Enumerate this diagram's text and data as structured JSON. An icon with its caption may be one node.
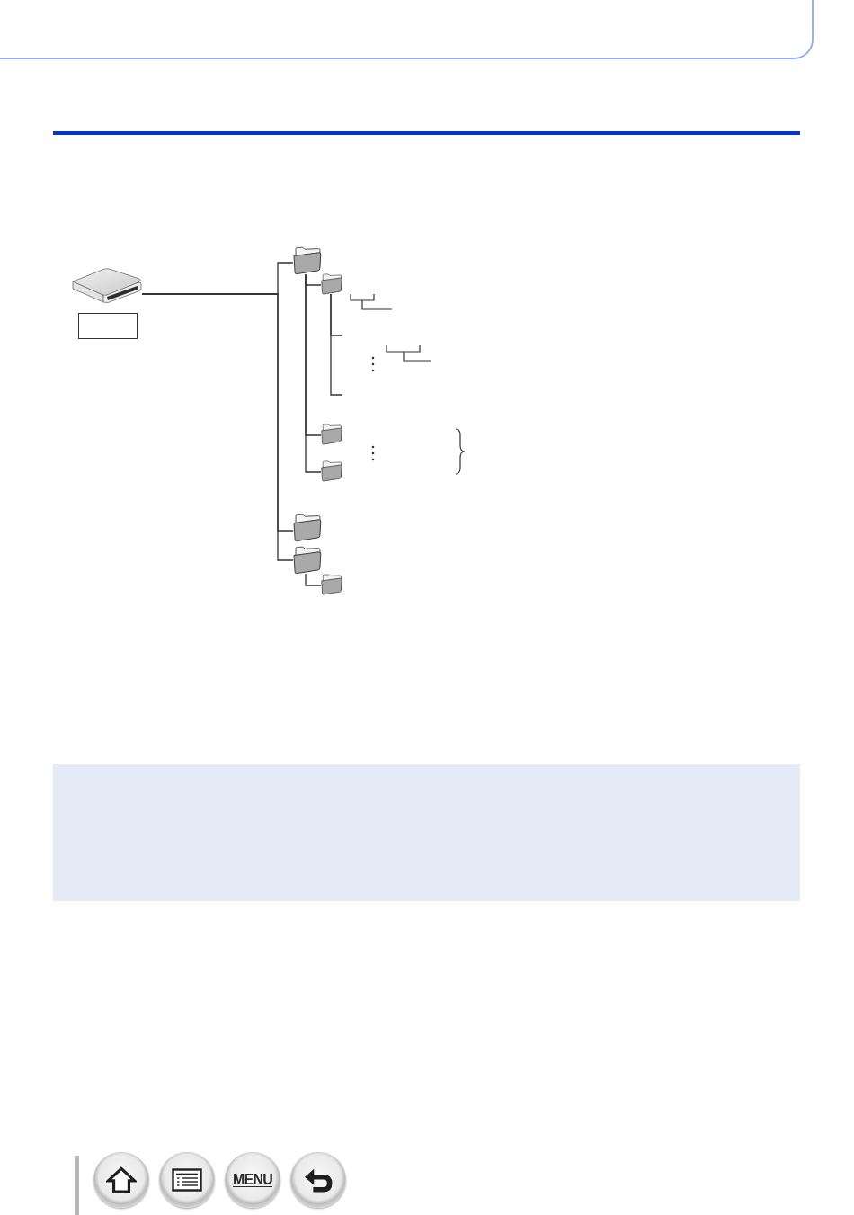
{
  "diagram": {
    "nodes": [
      {
        "text": [],
        "shape": "picture"
      },
      {
        "text": [],
        "shape": "box"
      },
      {
        "text": [],
        "shape": "folder"
      },
      {
        "text": [],
        "shape": "folder"
      },
      {
        "text": [],
        "shape": "folder"
      },
      {
        "text": [],
        "shape": "folder"
      },
      {
        "text": [],
        "shape": "folder"
      },
      {
        "text": [],
        "shape": "folder"
      },
      {
        "text": [],
        "shape": "folder"
      }
    ],
    "edges": [
      {
        "from": 0,
        "to": 2,
        "arrow": "none"
      },
      {
        "from": 0,
        "to": 6,
        "arrow": "none"
      },
      {
        "from": 0,
        "to": 7,
        "arrow": "none"
      },
      {
        "from": 2,
        "to": 3,
        "arrow": "none"
      },
      {
        "from": 2,
        "to": 4,
        "arrow": "none"
      },
      {
        "from": 2,
        "to": 5,
        "arrow": "none"
      },
      {
        "from": 3,
        "to": null,
        "arrow": "none"
      },
      {
        "from": 3,
        "to": null,
        "arrow": "none"
      },
      {
        "from": 7,
        "to": 8,
        "arrow": "none"
      }
    ],
    "labels": [
      "MENU"
    ]
  }
}
